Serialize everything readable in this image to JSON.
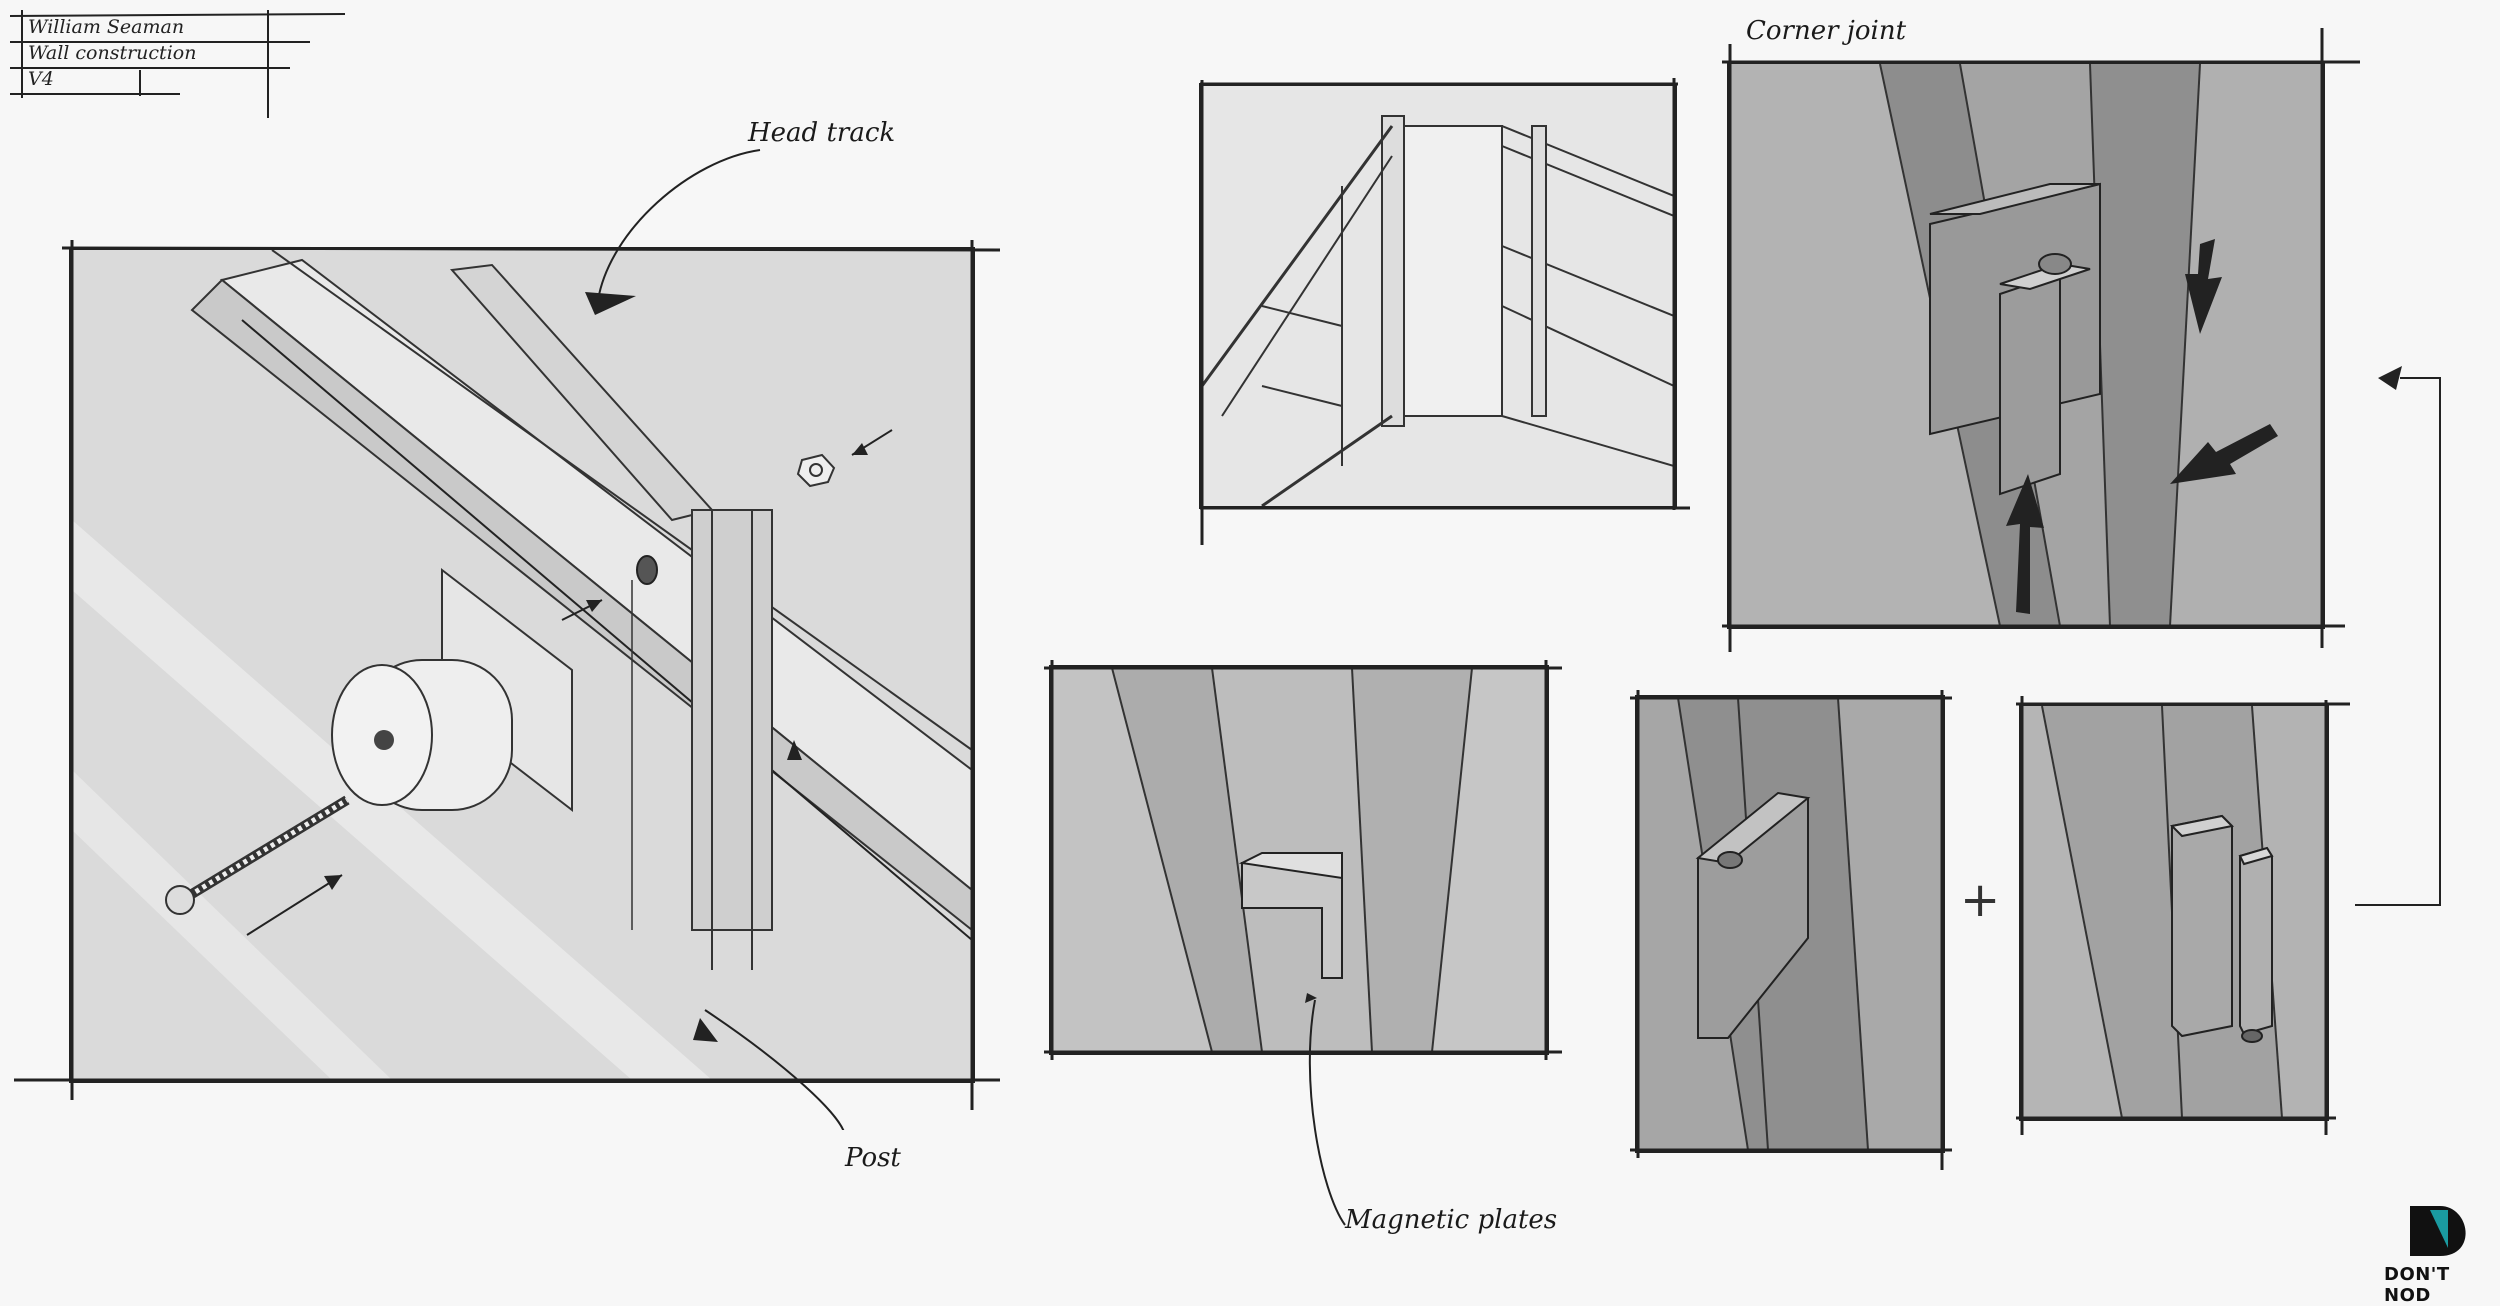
{
  "title_block": {
    "author": "William Seaman",
    "subject": "Wall construction",
    "version": "V4"
  },
  "labels": {
    "head_track": "Head track",
    "post": "Post",
    "magnetic_plates": "Magnetic plates",
    "corner_joint": "Corner joint",
    "plus": "+"
  },
  "logo": {
    "text": "DON'T NOD",
    "accent_color": "#1a9aa0"
  },
  "colors": {
    "background": "#f7f7f7",
    "panel_light": "#dcdcdc",
    "panel_mid": "#a8a8a8",
    "panel_dark": "#8c8c8c",
    "ink": "#1a1a1a"
  }
}
